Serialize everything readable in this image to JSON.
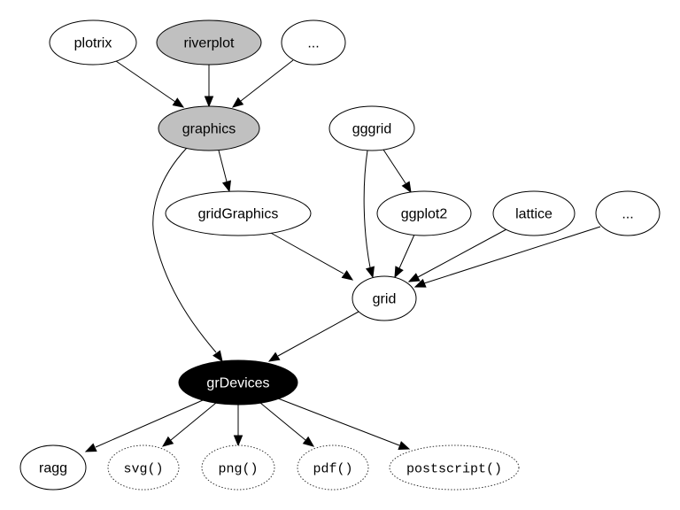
{
  "diagram": {
    "type": "directed-graph",
    "nodes": [
      {
        "id": "plotrix",
        "label": "plotrix",
        "style": "solid",
        "fill": "#ffffff",
        "text_color": "#000000",
        "font": "sans"
      },
      {
        "id": "riverplot",
        "label": "riverplot",
        "style": "solid",
        "fill": "#c0c0c0",
        "text_color": "#000000",
        "font": "sans"
      },
      {
        "id": "etc1",
        "label": "...",
        "style": "solid",
        "fill": "#ffffff",
        "text_color": "#000000",
        "font": "sans"
      },
      {
        "id": "graphics",
        "label": "graphics",
        "style": "solid",
        "fill": "#c0c0c0",
        "text_color": "#000000",
        "font": "sans"
      },
      {
        "id": "gggrid",
        "label": "gggrid",
        "style": "solid",
        "fill": "#ffffff",
        "text_color": "#000000",
        "font": "sans"
      },
      {
        "id": "gridGraphics",
        "label": "gridGraphics",
        "style": "solid",
        "fill": "#ffffff",
        "text_color": "#000000",
        "font": "sans"
      },
      {
        "id": "ggplot2",
        "label": "ggplot2",
        "style": "solid",
        "fill": "#ffffff",
        "text_color": "#000000",
        "font": "sans"
      },
      {
        "id": "lattice",
        "label": "lattice",
        "style": "solid",
        "fill": "#ffffff",
        "text_color": "#000000",
        "font": "sans"
      },
      {
        "id": "etc2",
        "label": "...",
        "style": "solid",
        "fill": "#ffffff",
        "text_color": "#000000",
        "font": "sans"
      },
      {
        "id": "grid",
        "label": "grid",
        "style": "solid",
        "fill": "#ffffff",
        "text_color": "#000000",
        "font": "sans"
      },
      {
        "id": "grDevices",
        "label": "grDevices",
        "style": "solid",
        "fill": "#000000",
        "text_color": "#ffffff",
        "font": "sans"
      },
      {
        "id": "ragg",
        "label": "ragg",
        "style": "solid",
        "fill": "#ffffff",
        "text_color": "#000000",
        "font": "sans"
      },
      {
        "id": "svg",
        "label": "svg()",
        "style": "dotted",
        "fill": "#ffffff",
        "text_color": "#000000",
        "font": "mono"
      },
      {
        "id": "png",
        "label": "png()",
        "style": "dotted",
        "fill": "#ffffff",
        "text_color": "#000000",
        "font": "mono"
      },
      {
        "id": "pdf",
        "label": "pdf()",
        "style": "dotted",
        "fill": "#ffffff",
        "text_color": "#000000",
        "font": "mono"
      },
      {
        "id": "postscript",
        "label": "postscript()",
        "style": "dotted",
        "fill": "#ffffff",
        "text_color": "#000000",
        "font": "mono"
      }
    ],
    "edges": [
      {
        "from": "plotrix",
        "to": "graphics"
      },
      {
        "from": "riverplot",
        "to": "graphics"
      },
      {
        "from": "etc1",
        "to": "graphics"
      },
      {
        "from": "graphics",
        "to": "gridGraphics"
      },
      {
        "from": "graphics",
        "to": "grDevices"
      },
      {
        "from": "gggrid",
        "to": "ggplot2"
      },
      {
        "from": "gggrid",
        "to": "grid"
      },
      {
        "from": "gridGraphics",
        "to": "grid"
      },
      {
        "from": "ggplot2",
        "to": "grid"
      },
      {
        "from": "lattice",
        "to": "grid"
      },
      {
        "from": "etc2",
        "to": "grid"
      },
      {
        "from": "grid",
        "to": "grDevices"
      },
      {
        "from": "grDevices",
        "to": "ragg"
      },
      {
        "from": "grDevices",
        "to": "svg"
      },
      {
        "from": "grDevices",
        "to": "png"
      },
      {
        "from": "grDevices",
        "to": "pdf"
      },
      {
        "from": "grDevices",
        "to": "postscript"
      }
    ]
  }
}
